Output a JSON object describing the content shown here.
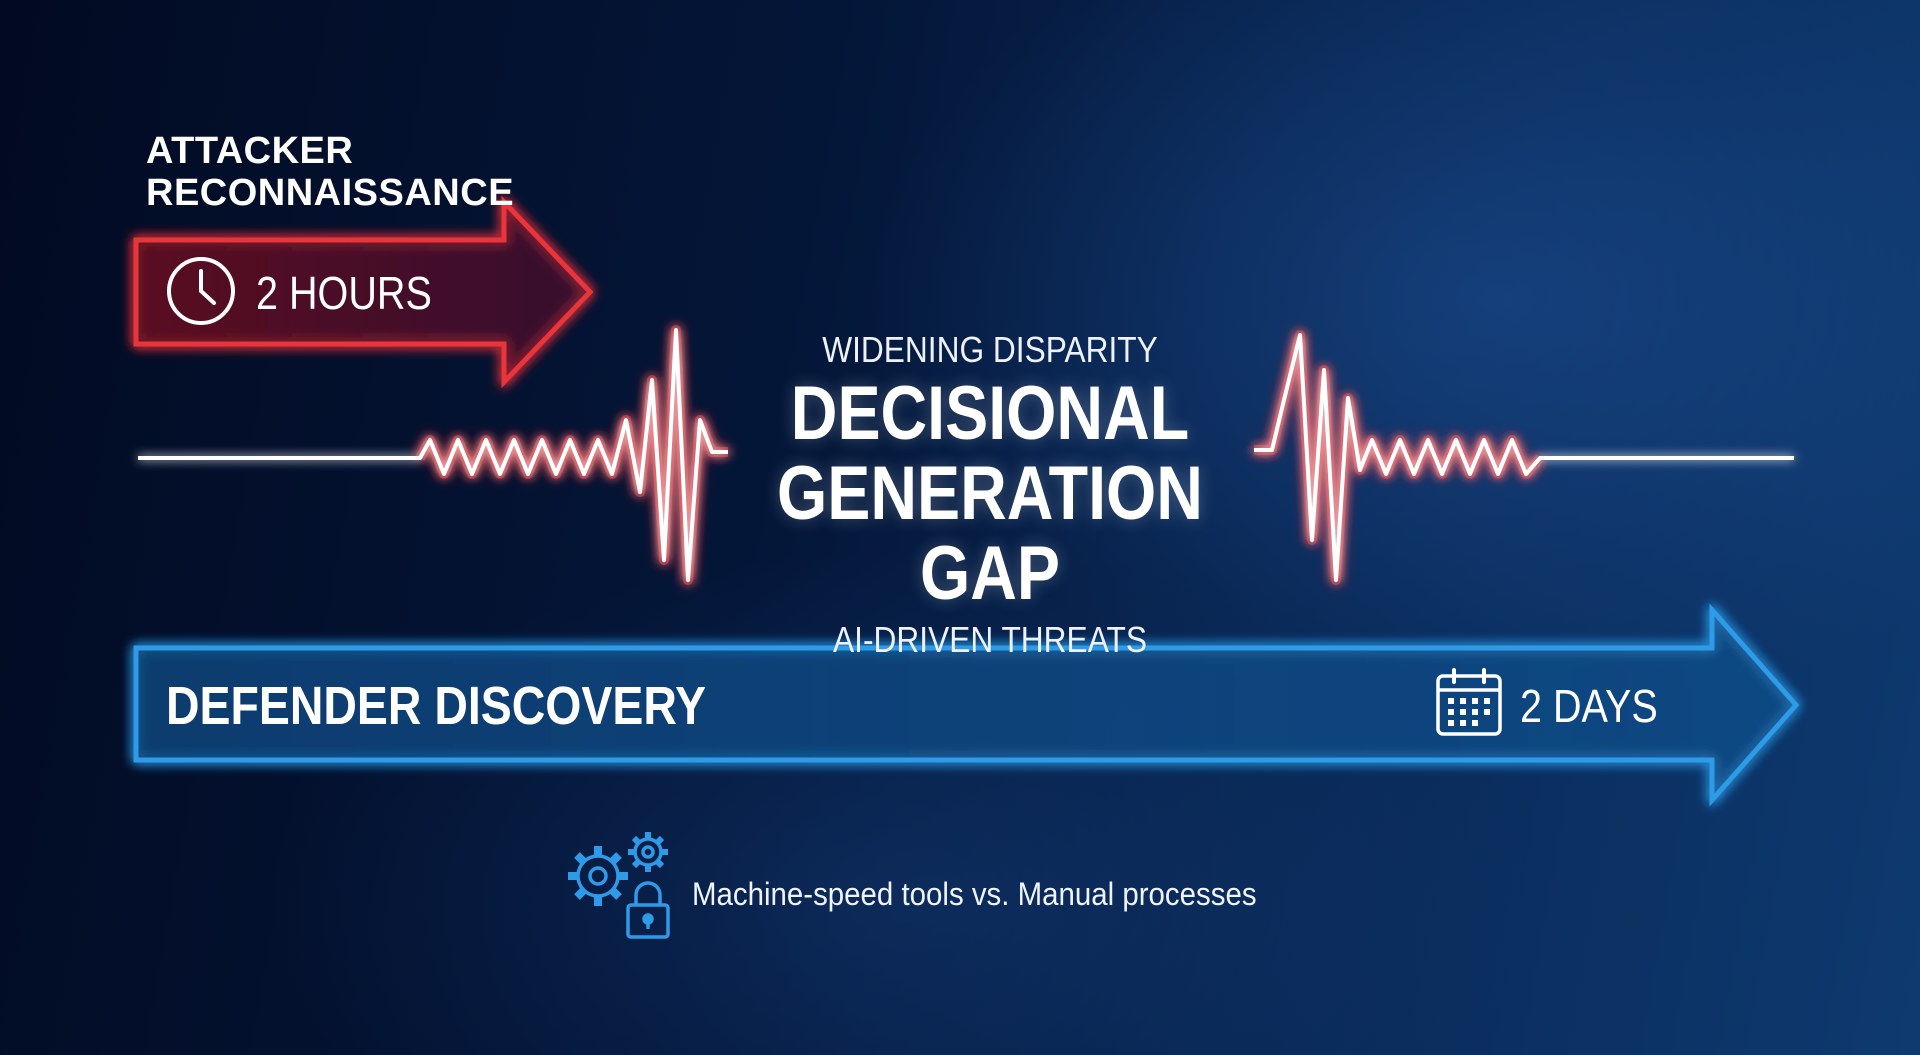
{
  "attacker": {
    "label_line1": "ATTACKER",
    "label_line2": "RECONNAISSANCE",
    "duration": "2 HOURS",
    "icon": "clock-icon",
    "color": "#e8343a"
  },
  "center": {
    "subtitle": "WIDENING DISPARITY",
    "title_line1": "DECISIONAL",
    "title_line2": "GENERATION GAP",
    "caption": "AI-DRIVEN THREATS",
    "pulse_color": "#e8343a"
  },
  "defender": {
    "label": "DEFENDER DISCOVERY",
    "duration": "2 DAYS",
    "icon": "calendar-icon",
    "color": "#2f9be8"
  },
  "footnote": {
    "text": "Machine-speed tools vs. Manual processes",
    "icons": [
      "gears-icon",
      "lock-icon"
    ]
  }
}
